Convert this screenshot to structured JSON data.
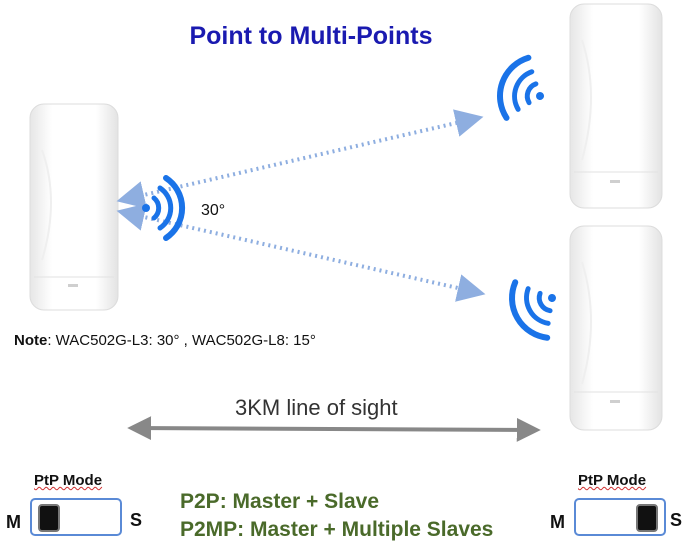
{
  "title": "Point to Multi-Points",
  "angle": "30°",
  "note": {
    "label": "Note",
    "text": ": WAC502G-L3: 30°  , WAC502G-L8: 15°"
  },
  "distance": "3KM line of sight",
  "modes": {
    "p2p": "P2P: Master + Slave",
    "p2mp": "P2MP: Master + Multiple Slaves"
  },
  "switch_left": {
    "label": "PtP Mode",
    "left_letter": "M",
    "right_letter": "S",
    "position": "M"
  },
  "switch_right": {
    "label": "PtP Mode",
    "left_letter": "M",
    "right_letter": "S",
    "position": "S"
  },
  "colors": {
    "title": "#1a1ab0",
    "signal": "#1a73e8",
    "link": "#8eaee0",
    "modes": "#4a6a2a"
  },
  "icons": [
    "cpe-device-master",
    "cpe-device-slave-top",
    "cpe-device-slave-bottom",
    "wifi-signal-icon"
  ]
}
